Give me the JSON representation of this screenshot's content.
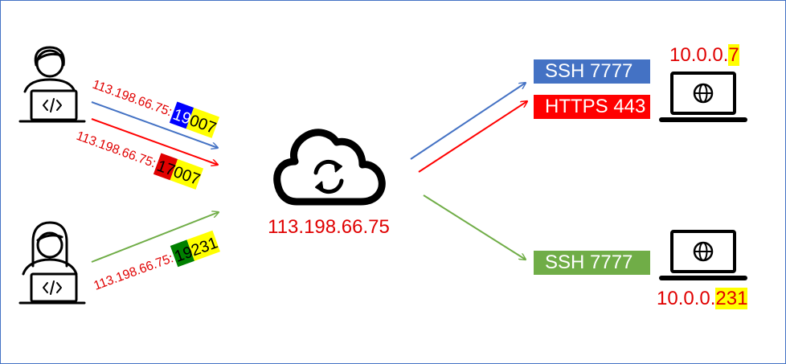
{
  "colors": {
    "blue": "#4472c4",
    "red": "#ff0000",
    "green": "#70ad47",
    "yellow": "#ffff00",
    "text_red": "#e00000",
    "port_blue": "#0000ff",
    "port_red": "#e00000",
    "port_green": "#008000"
  },
  "gateway": {
    "icon": "cloud-sync-icon",
    "ip": "113.198.66.75"
  },
  "clients": [
    {
      "icon": "male-developer-icon"
    },
    {
      "icon": "female-developer-icon"
    }
  ],
  "connections": [
    {
      "addr_prefix": "113.198.66.75:",
      "port_hi": "19",
      "port_lo": "007"
    },
    {
      "addr_prefix": "113.198.66.75:",
      "port_hi": "17",
      "port_lo": "007"
    },
    {
      "addr_prefix": "113.198.66.75:",
      "port_hi": "19",
      "port_lo": "231"
    }
  ],
  "services": [
    {
      "label": "SSH 7777",
      "color": "#4472c4"
    },
    {
      "label": "HTTPS 443",
      "color": "#ff0000"
    },
    {
      "label": "SSH 7777",
      "color": "#70ad47"
    }
  ],
  "servers": [
    {
      "icon": "laptop-globe-icon",
      "ip_prefix": "10.0.0.",
      "ip_suffix": "7"
    },
    {
      "icon": "laptop-globe-icon",
      "ip_prefix": "10.0.0.",
      "ip_suffix": "231"
    }
  ]
}
